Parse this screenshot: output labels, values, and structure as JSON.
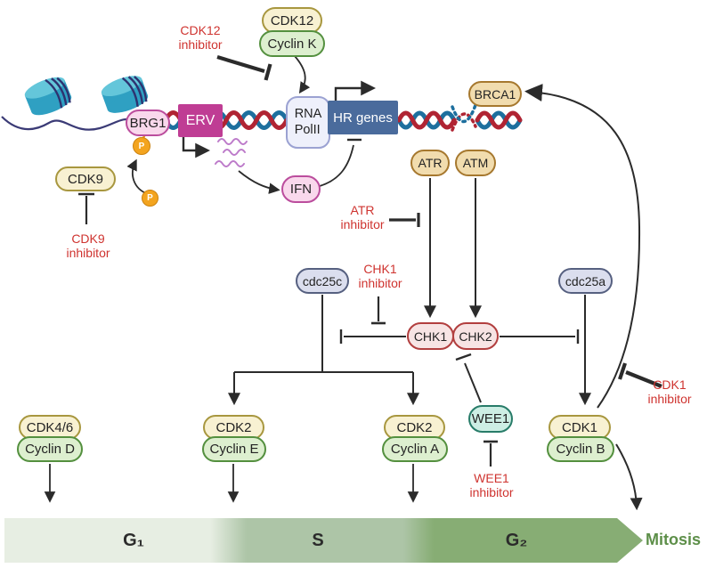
{
  "complexes": {
    "cdk12": "CDK12",
    "cyclin_k": "Cyclin K",
    "cdk9": "CDK9",
    "brg1": "BRG1",
    "ifn": "IFN",
    "brca1": "BRCA1",
    "atr": "ATR",
    "atm": "ATM",
    "cdc25c": "cdc25c",
    "cdc25a": "cdc25a",
    "chk1": "CHK1",
    "chk2": "CHK2",
    "wee1": "WEE1",
    "cdk46": "CDK4/6",
    "cyclin_d": "Cyclin D",
    "cdk2_e": "CDK2",
    "cyclin_e": "Cyclin E",
    "cdk2_a": "CDK2",
    "cyclin_a": "Cyclin A",
    "cdk1": "CDK1",
    "cyclin_b": "Cyclin B"
  },
  "genes": {
    "erv": "ERV",
    "rna_polii": "RNA\nPolII",
    "hr_genes": "HR genes"
  },
  "inhibitors": {
    "cdk12": "CDK12\ninhibitor",
    "cdk9": "CDK9\ninhibitor",
    "atr": "ATR\ninhibitor",
    "chk1": "CHK1\ninhibitor",
    "wee1": "WEE1\ninhibitor",
    "cdk1": "CDK1\ninhibitor"
  },
  "modifications": {
    "phosphate": "P"
  },
  "phases": {
    "g1": "G₁",
    "s": "S",
    "g2": "G₂",
    "mitosis": "Mitosis"
  },
  "colors": {
    "inhibitor_text": "#cf3430",
    "cdk_pill": "#f8f1d2",
    "cyclin_pill": "#ddefcf",
    "sensor_pill": "#f1dcae",
    "chk_pill": "#f7e4e4",
    "cdc25_pill": "#dbdeee",
    "wee1_pill": "#cdeee4",
    "pink_pill": "#f9d8ec",
    "erv_box": "#bf3d94",
    "hr_genes_box": "#4a6b9c",
    "rna_pol_box": "#eef0fb",
    "phase_g1": "#e7eee3",
    "phase_s": "#adc5a7",
    "phase_g2": "#87ad74",
    "mitosis_text": "#5d8f49",
    "helix_red": "#b02433",
    "helix_blue": "#1d6f9e",
    "phosphate": "#f3a41f",
    "line": "#2b2b2b"
  }
}
